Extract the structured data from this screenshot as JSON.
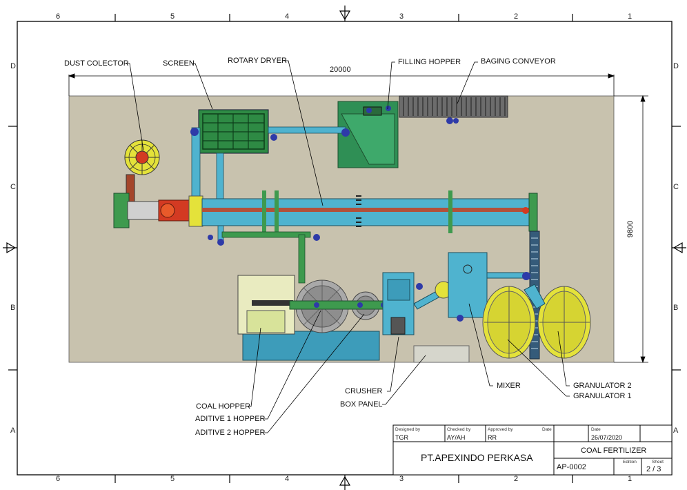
{
  "zones": {
    "columns": [
      "6",
      "5",
      "4",
      "3",
      "2",
      "1"
    ],
    "rows": [
      "D",
      "C",
      "B",
      "A"
    ]
  },
  "dimensions": {
    "width": "20000",
    "height": "9800"
  },
  "labels": {
    "dust_colector": "DUST COLECTOR",
    "screen": "SCREEN",
    "rotary_dryer": "ROTARY DRYER",
    "filling_hopper": "FILLING HOPPER",
    "baging_conveyor": "BAGING CONVEYOR",
    "crusher": "CRUSHER",
    "box_panel": "BOX PANEL",
    "mixer": "MIXER",
    "granulator_2": "GRANULATOR 2",
    "granulator_1": "GRANULATOR 1",
    "coal_hopper": "COAL HOPPER",
    "aditive_1_hopper": "ADITIVE 1 HOPPER",
    "aditive_2_hopper": "ADITIVE 2 HOPPER"
  },
  "title_block": {
    "designed_by_label": "Designed by",
    "designed_by": "TGR",
    "checked_by_label": "Checked by",
    "checked_by": "AY/AH",
    "approved_by_label": "Approved by",
    "approved_by": "RR",
    "date_label_1": "Date",
    "date_label_2": "Date",
    "date": "26/07/2020",
    "company": "PT.APEXINDO PERKASA",
    "title": "COAL FERTILIZER",
    "drawing_no": "AP-0002",
    "edition_label": "Edition",
    "sheet_label": "Sheet",
    "sheet": "2 / 3"
  },
  "colors": {
    "floor": "#c8c2ae",
    "dryer": "#4fb3cf",
    "green": "#3e9a4e",
    "yellow": "#e4e23a",
    "red": "#d33a22",
    "blue_fitting": "#2e3aa8"
  }
}
